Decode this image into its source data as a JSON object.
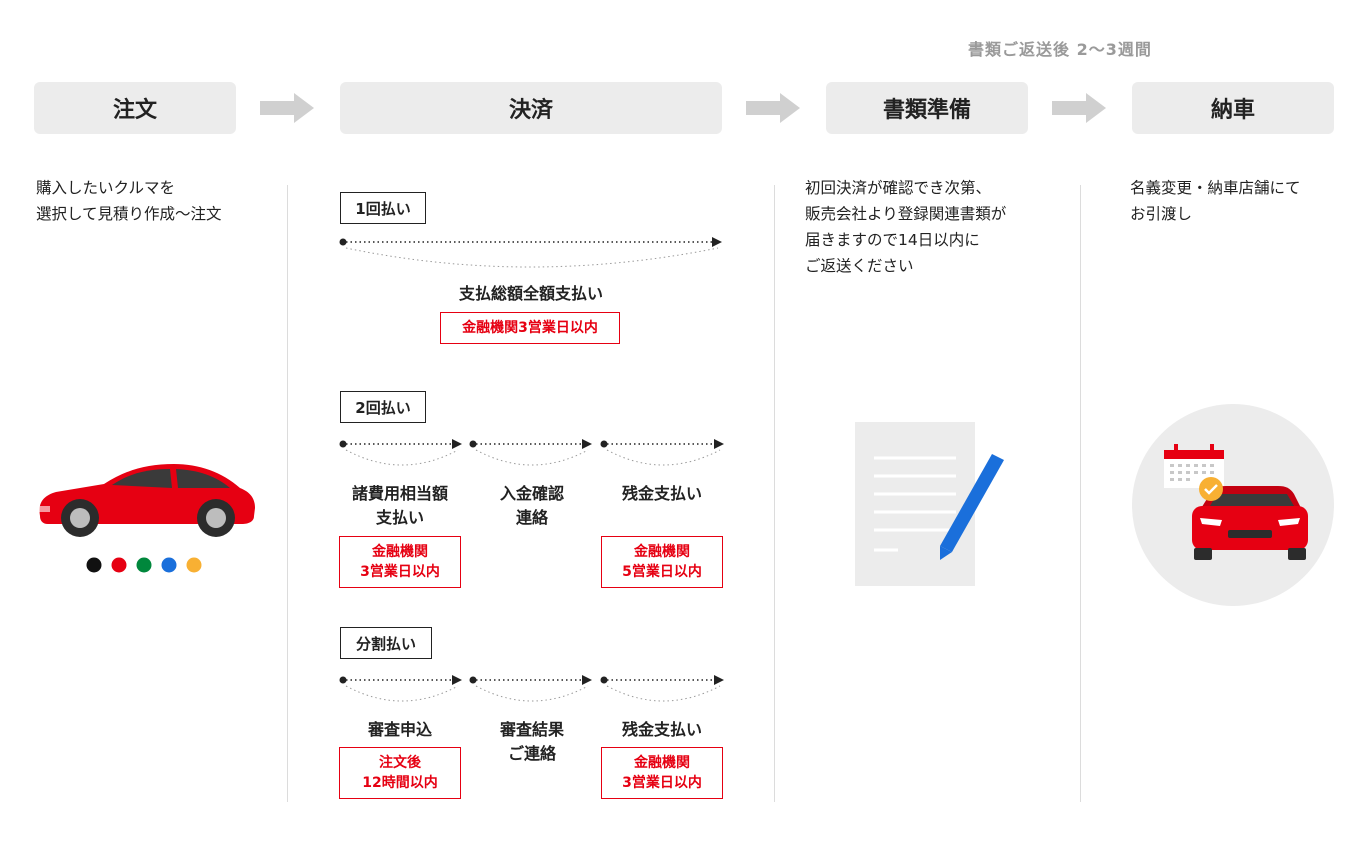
{
  "top_note": "書類ご返送後 2〜3週間",
  "steps": [
    {
      "label": "注文"
    },
    {
      "label": "決済"
    },
    {
      "label": "書類準備"
    },
    {
      "label": "納車"
    }
  ],
  "order": {
    "description": "購入したいクルマを\n選択して見積り作成〜注文",
    "colors": [
      "#111111",
      "#e60012",
      "#00873c",
      "#1a6fdb",
      "#f8b033"
    ]
  },
  "payment": {
    "one_time": {
      "label": "1回払い",
      "stage": "支払総額全額支払い",
      "deadline": "金融機関3営業日以内"
    },
    "two_time": {
      "label": "2回払い",
      "stages": [
        {
          "label": "諸費用相当額\n支払い",
          "deadline": "金融機関\n3営業日以内"
        },
        {
          "label": "入金確認\n連絡",
          "deadline": ""
        },
        {
          "label": "残金支払い",
          "deadline": "金融機関\n5営業日以内"
        }
      ]
    },
    "installment": {
      "label": "分割払い",
      "stages": [
        {
          "label": "審査申込",
          "deadline": "注文後\n12時間以内"
        },
        {
          "label": "審査結果\nご連絡",
          "deadline": ""
        },
        {
          "label": "残金支払い",
          "deadline": "金融機関\n3営業日以内"
        }
      ]
    }
  },
  "documents": {
    "description": "初回決済が確認でき次第、\n販売会社より登録関連書類が\n届きますので14日以内に\nご返送ください"
  },
  "delivery": {
    "description": "名義変更・納車店舗にて\nお引渡し"
  },
  "palette": {
    "accent_red": "#e60012",
    "step_bg": "#ececec",
    "arrow_gray": "#d0d0d0",
    "pen_blue": "#1a6fdb",
    "check_orange": "#f8b033"
  }
}
